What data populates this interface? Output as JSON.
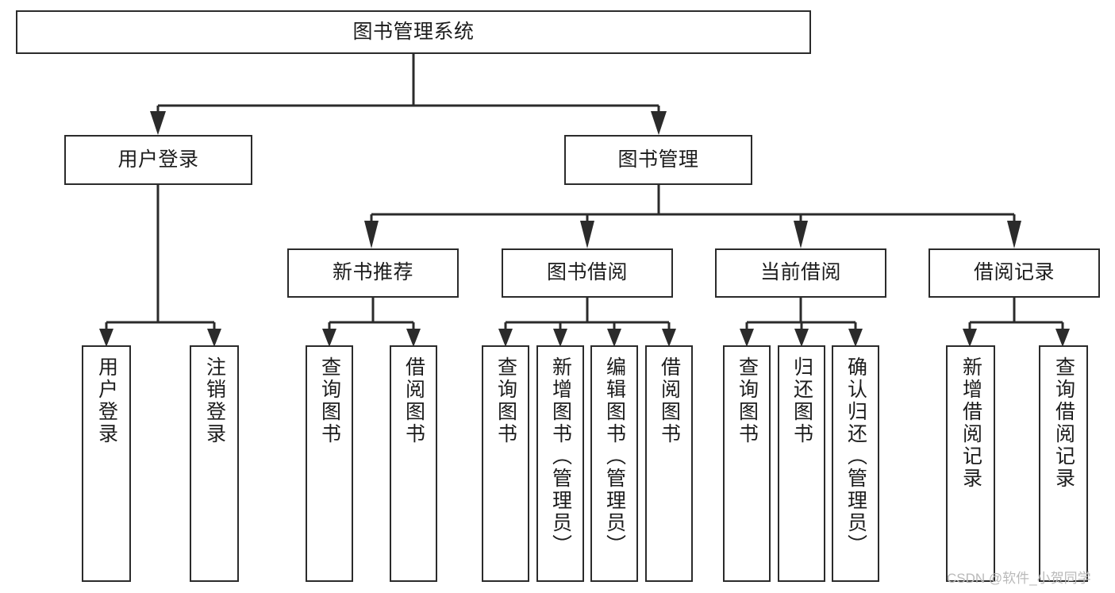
{
  "diagram": {
    "title": "图书管理系统",
    "type": "tree-hierarchy",
    "watermark": "CSDN @软件_小贺同学",
    "colors": {
      "background": "#ffffff",
      "node_border": "#2b2b2b",
      "node_fill": "#ffffff",
      "edge": "#2b2b2b",
      "text": "#1c1c1c",
      "watermark": "#b9b9b9"
    },
    "nodes": {
      "root": {
        "label": "图书管理系统"
      },
      "level2": [
        {
          "label": "用户登录"
        },
        {
          "label": "图书管理"
        }
      ],
      "level3": [
        {
          "label": "新书推荐"
        },
        {
          "label": "图书借阅"
        },
        {
          "label": "当前借阅"
        },
        {
          "label": "借阅记录"
        }
      ],
      "leaves": {
        "user_login": [
          {
            "label": "用户登录"
          },
          {
            "label": "注销登录"
          }
        ],
        "new_book_recommend": [
          {
            "label": "查询图书"
          },
          {
            "label": "借阅图书"
          }
        ],
        "book_borrow": [
          {
            "label": "查询图书"
          },
          {
            "label": "新增图书（管理员）"
          },
          {
            "label": "编辑图书（管理员）"
          },
          {
            "label": "借阅图书"
          }
        ],
        "current_borrow": [
          {
            "label": "查询图书"
          },
          {
            "label": "归还图书"
          },
          {
            "label": "确认归还（管理员）"
          }
        ],
        "borrow_record": [
          {
            "label": "新增借阅记录"
          },
          {
            "label": "查询借阅记录"
          }
        ]
      }
    }
  }
}
